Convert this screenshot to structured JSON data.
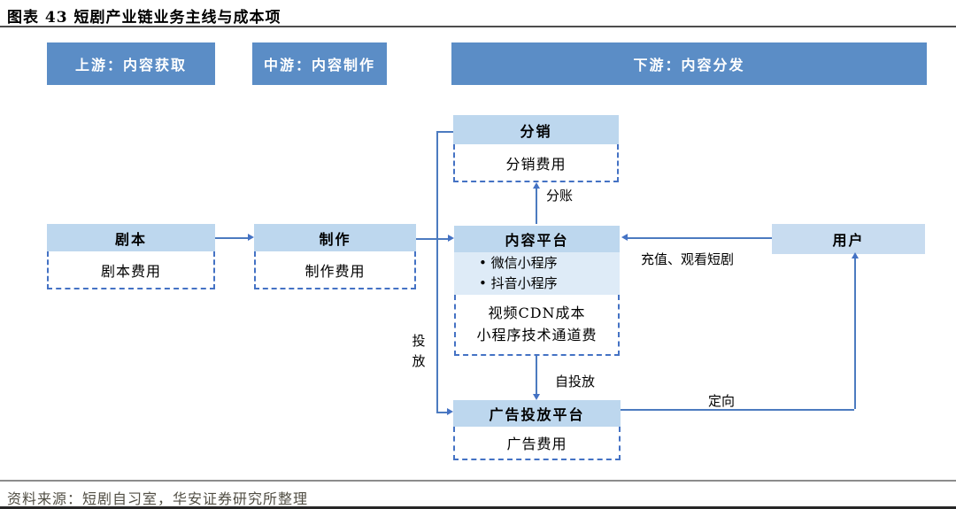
{
  "figure": {
    "title": "图表 43 短剧产业链业务主线与成本项",
    "source": "资料来源：短剧自习室，华安证券研究所整理"
  },
  "headers": {
    "upstream": {
      "label": "上游：内容获取"
    },
    "midstream": {
      "label": "中游：内容制作"
    },
    "downstream": {
      "label": "下游：内容分发"
    }
  },
  "nodes": {
    "script": {
      "title": "剧本",
      "cost": "剧本费用"
    },
    "production": {
      "title": "制作",
      "cost": "制作费用"
    },
    "distribution": {
      "title": "分销",
      "cost": "分销费用"
    },
    "content_platform": {
      "title": "内容平台",
      "bullets": [
        "• 微信小程序",
        "• 抖音小程序"
      ],
      "cost_lines": [
        "视频CDN成本",
        "小程序技术通道费"
      ]
    },
    "ad_platform": {
      "title": "广告投放平台",
      "cost": "广告费用"
    },
    "user": {
      "title": "用户"
    }
  },
  "edge_labels": {
    "revenue_share": "分账",
    "recharge_watch": "充值、观看短剧",
    "placement": "投放",
    "self_placement": "自投放",
    "targeting": "定向"
  },
  "colors": {
    "header_blue": "#5b8dc6",
    "node_blue": "#bdd7ee",
    "node_blue_light": "#deebf7",
    "user_blue": "#c8dcf0",
    "line_blue": "#4472c4",
    "source_text": "#514e44"
  }
}
